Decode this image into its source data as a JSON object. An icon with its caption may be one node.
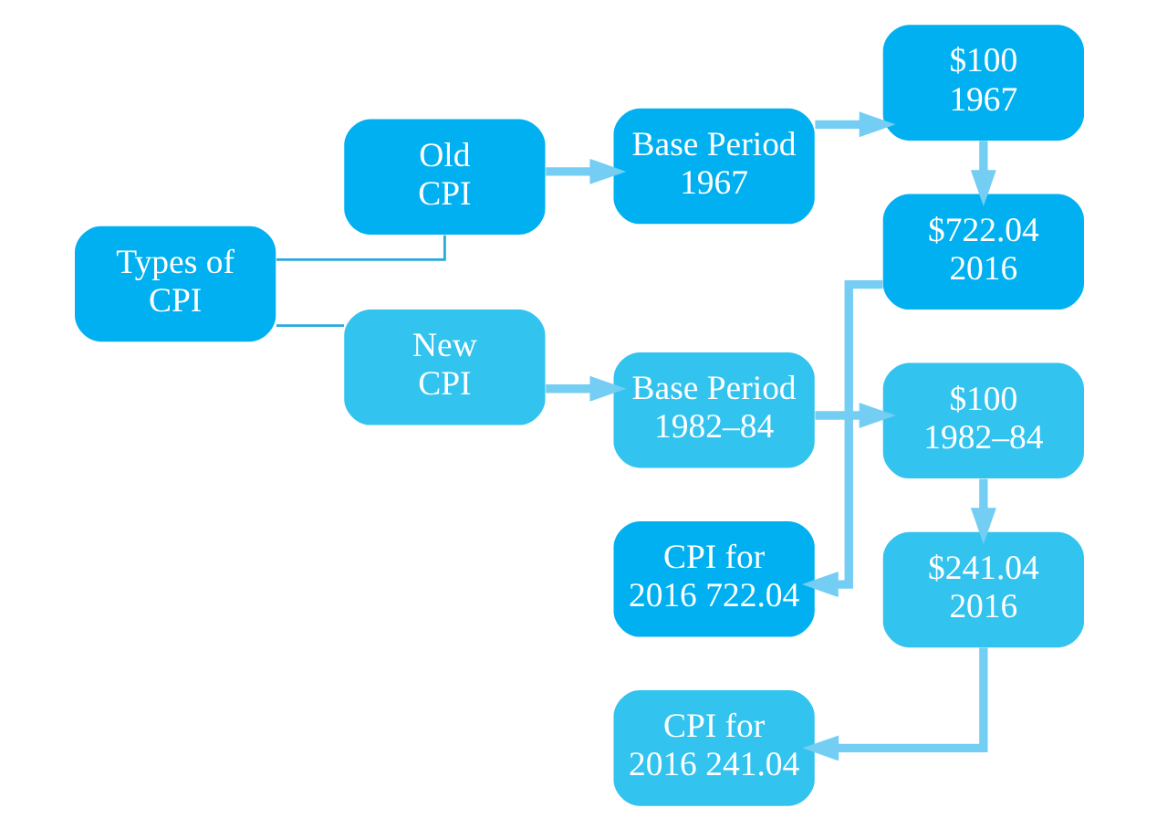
{
  "diagram": {
    "nodes": [
      {
        "text": [
          "Types of CPI"
        ]
      },
      {
        "text": [
          "Old CPI"
        ]
      },
      {
        "text": [
          "Base Period 1967"
        ]
      },
      {
        "text": [
          "$100 1967"
        ]
      },
      {
        "text": [
          "CPI for 2016 722.04"
        ]
      },
      {
        "text": [
          "$722.04 2016"
        ]
      },
      {
        "text": [
          "New CPI"
        ]
      },
      {
        "text": [
          "Base Period 1982–84"
        ]
      },
      {
        "text": [
          "$100 1982–84"
        ]
      },
      {
        "text": [
          "CPI for 2016 241.04"
        ]
      },
      {
        "text": [
          "$241.04 2016"
        ]
      }
    ],
    "edges": [
      {
        "from": 0,
        "to": 1,
        "arrow": "none",
        "color": "#29a9e0"
      },
      {
        "from": 0,
        "to": 6,
        "arrow": "none",
        "color": "#29a9e0"
      },
      {
        "from": 1,
        "to": 2,
        "arrow": "to"
      },
      {
        "from": 2,
        "to": 3,
        "arrow": "to"
      },
      {
        "from": 3,
        "to": 5,
        "arrow": "to"
      },
      {
        "from": 5,
        "to": 4,
        "arrow": "to"
      },
      {
        "from": 6,
        "to": 7,
        "arrow": "to"
      },
      {
        "from": 7,
        "to": 8,
        "arrow": "to"
      },
      {
        "from": 8,
        "to": 10,
        "arrow": "to"
      },
      {
        "from": 10,
        "to": 9,
        "arrow": "to"
      }
    ]
  }
}
